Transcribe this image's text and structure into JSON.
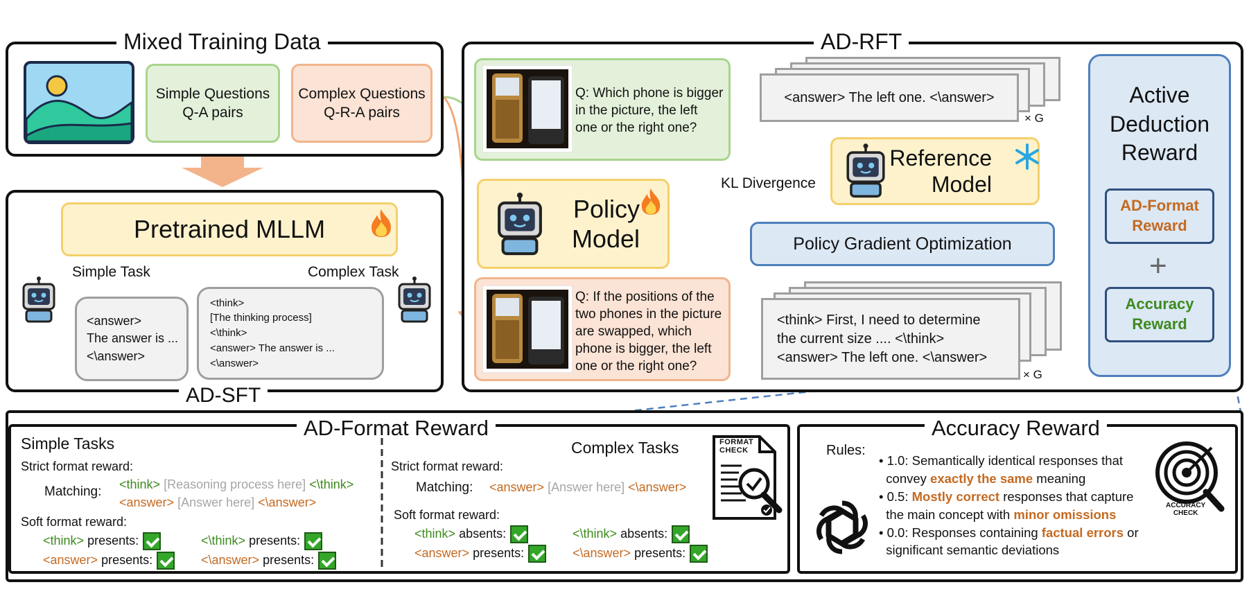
{
  "top_left": {
    "title": "Mixed Training Data",
    "simple_q": [
      "Simple Questions",
      "Q-A pairs"
    ],
    "complex_q": [
      "Complex Questions",
      "Q-R-A pairs"
    ]
  },
  "ad_sft": {
    "title": "AD-SFT",
    "mllm": "Pretrained MLLM",
    "simple_task": "Simple Task",
    "complex_task": "Complex Task",
    "simple_bubble": [
      "<answer>",
      "The answer is ...",
      "<\\answer>"
    ],
    "complex_bubble": [
      "<think>",
      "[The thinking process]",
      "<\\think>",
      "<answer> The answer is ...",
      "<\\answer>"
    ]
  },
  "ad_rft": {
    "title": "AD-RFT",
    "q1": [
      "Q: Which phone is bigger",
      "in the picture, the left",
      "one or the right one?"
    ],
    "q2": [
      "Q: If the positions of the",
      "two phones in the picture",
      "are swapped, which",
      "phone is bigger, the left",
      "one or the right one?"
    ],
    "policy": [
      "Policy",
      "Model"
    ],
    "reference": [
      "Reference",
      "Model"
    ],
    "kl": "KL Divergence",
    "pgo": "Policy Gradient Optimization",
    "answer1": "<answer> The left one. <\\answer>",
    "answer2": [
      "<think> First, I need to determine",
      "the current size .... <\\think>",
      "<answer> The left one. <\\answer>"
    ],
    "times_g": "× G",
    "adr": [
      "Active",
      "Deduction",
      "Reward"
    ],
    "fmt_reward": [
      "AD-Format",
      "Reward"
    ],
    "plus": "+",
    "acc_reward": [
      "Accuracy",
      "Reward"
    ]
  },
  "format_reward": {
    "title": "AD-Format Reward",
    "simple_tasks": "Simple Tasks",
    "complex_tasks": "Complex Tasks",
    "strict": "Strict format reward:",
    "soft": "Soft format reward:",
    "matching": "Matching:",
    "think_open": "<think>",
    "think_close": "<\\think>",
    "answer_open": "<answer>",
    "answer_close": "<\\answer>",
    "reasoning_here": "[Reasoning process here]",
    "answer_here": "[Answer here]",
    "presents": "presents:",
    "absents": "absents:",
    "icon_text": [
      "FORMAT",
      "CHECK"
    ]
  },
  "accuracy_reward": {
    "title": "Accuracy Reward",
    "rules": "Rules:",
    "r1": [
      "• 1.0: Semantically identical responses that",
      "convey ",
      "exactly the same",
      " meaning"
    ],
    "r2": [
      "• 0.5: ",
      "Mostly correct",
      " responses that capture",
      "the main concept with ",
      "minor omissions"
    ],
    "r3": [
      "• 0.0: Responses containing ",
      "factual errors",
      " or",
      "significant semantic deviations"
    ],
    "icon_text": [
      "ACCURACY",
      "CHECK"
    ]
  },
  "colors": {
    "green": "#3d8a1e",
    "orange": "#c46a21",
    "blue": "#4d7fbd",
    "arrow_orange": "#b5592a"
  }
}
